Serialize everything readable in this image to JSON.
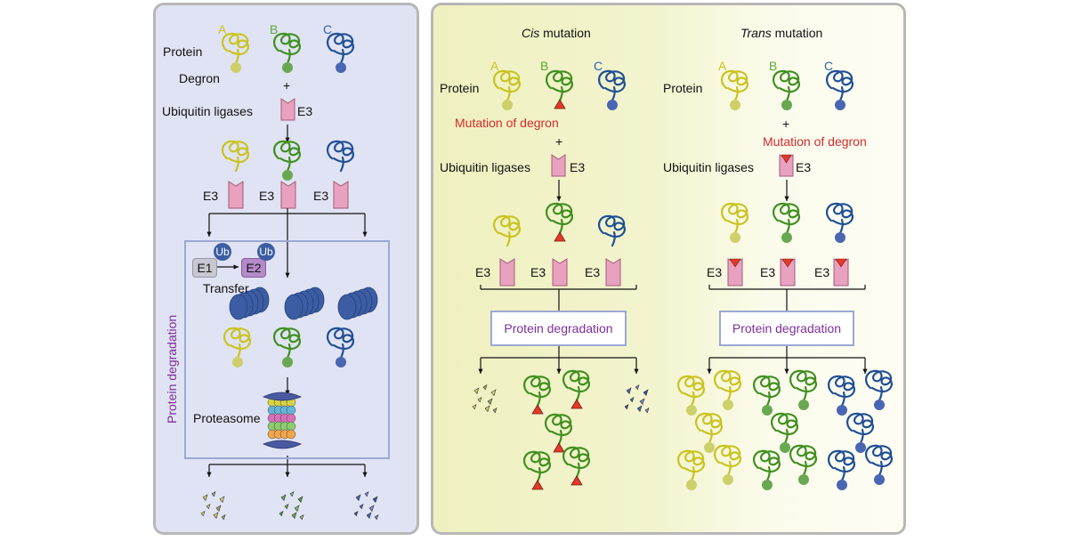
{
  "left": {
    "letters": [
      "A",
      "B",
      "C"
    ],
    "protein": "Protein",
    "degron": "Degron",
    "plus": "+",
    "ub_ligases": "Ubiquitin ligases",
    "e3": "E3",
    "e1": "E1",
    "e2": "E2",
    "ub": "Ub",
    "transfer": "Transfer",
    "protein_degradation": "Protein degradation",
    "proteasome": "Proteasome"
  },
  "cis": {
    "title_italic": "Cis",
    "title_rest": " mutation",
    "letters": [
      "A",
      "B",
      "C"
    ],
    "protein": "Protein",
    "mutation": "Mutation of degron",
    "plus": "+",
    "ub_ligases": "Ubiquitin ligases",
    "e3": "E3",
    "protein_degradation": "Protein degradation"
  },
  "trans": {
    "title_italic": "Trans",
    "title_rest": " mutation",
    "letters": [
      "A",
      "B",
      "C"
    ],
    "protein": "Protein",
    "plus": "+",
    "mutation": "Mutation of degron",
    "ub_ligases": "Ubiquitin ligases",
    "e3": "E3",
    "protein_degradation": "Protein degradation"
  },
  "colors": {
    "protein_a": "#c9c31f",
    "protein_b": "#3f8f1f",
    "protein_c": "#1f4f94",
    "degron_a": "#cdd06a",
    "degron_b": "#69a852",
    "degron_c": "#4a66b3",
    "e3": "#e8a2c0",
    "mutation": "#e03a28",
    "text_red": "#d52a2a",
    "label_purple": "#7b2f9a",
    "box_border": "#9ca8d4",
    "ub": "#3c5da3"
  }
}
